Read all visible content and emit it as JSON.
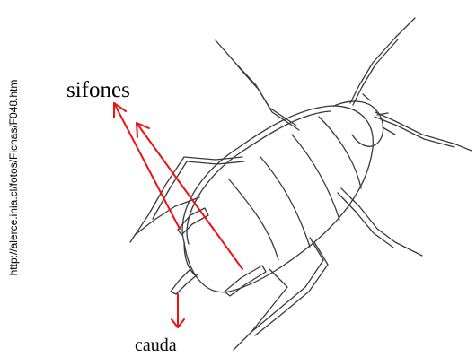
{
  "source_url": "http://alerce.inia.cl/fotos/Fichas/F048.htm",
  "labels": {
    "sifones": "sifones",
    "cauda": "cauda"
  },
  "colors": {
    "arrow": "#ee1111",
    "sketch": "#3a3a3a",
    "background": "#ffffff"
  }
}
